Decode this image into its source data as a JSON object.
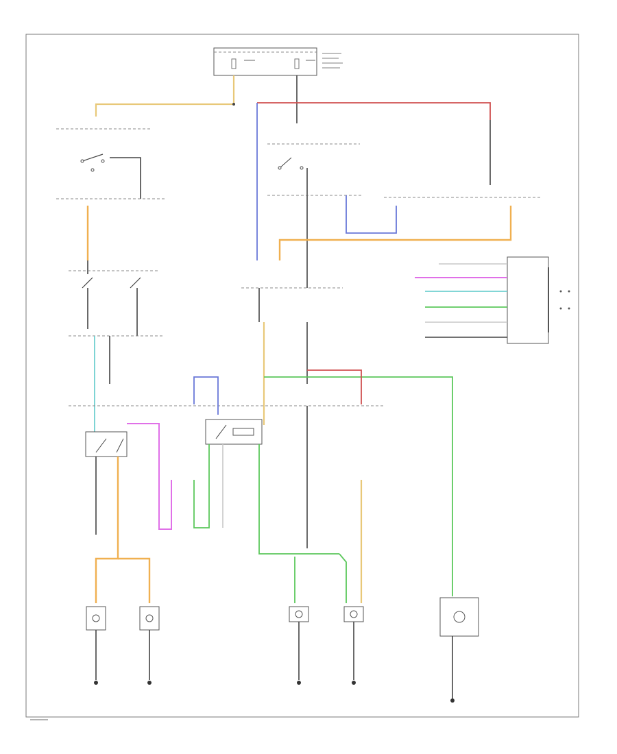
{
  "diagram": {
    "type": "wiring-schematic",
    "page_ref": "",
    "colors": {
      "frame": "#7a7a7a",
      "wire_black": "#444444",
      "wire_orange": "#f0b050",
      "wire_yellow": "#e8c878",
      "wire_blue": "#6a78d8",
      "wire_pink": "#e070e8",
      "wire_green": "#5cc85c",
      "wire_cyan": "#70d0d0",
      "wire_red": "#d05050",
      "wire_gray": "#c8c8c8"
    },
    "components": [
      {
        "id": "top-fuse-box",
        "icon": "fuse-icon"
      },
      {
        "id": "headlamp-switch",
        "icon": "switch-icon"
      },
      {
        "id": "multifunction-switch",
        "icon": "switch-icon"
      },
      {
        "id": "dimmer-relay",
        "icon": "relay-icon"
      },
      {
        "id": "right-module",
        "icon": "module-icon"
      },
      {
        "id": "lower-left-relay",
        "icon": "relay-icon"
      },
      {
        "id": "center-relay",
        "icon": "relay-icon"
      },
      {
        "id": "left-headlamp-lo",
        "icon": "lamp-icon"
      },
      {
        "id": "left-headlamp-hi",
        "icon": "lamp-icon"
      },
      {
        "id": "right-headlamp-lo",
        "icon": "lamp-icon"
      },
      {
        "id": "right-headlamp-hi",
        "icon": "lamp-icon"
      },
      {
        "id": "indicator",
        "icon": "lamp-icon"
      }
    ],
    "grounds": [
      {
        "id": "g1",
        "icon": "ground-icon"
      },
      {
        "id": "g2",
        "icon": "ground-icon"
      },
      {
        "id": "g3",
        "icon": "ground-icon"
      },
      {
        "id": "g4",
        "icon": "ground-icon"
      },
      {
        "id": "g5",
        "icon": "ground-icon"
      }
    ]
  }
}
